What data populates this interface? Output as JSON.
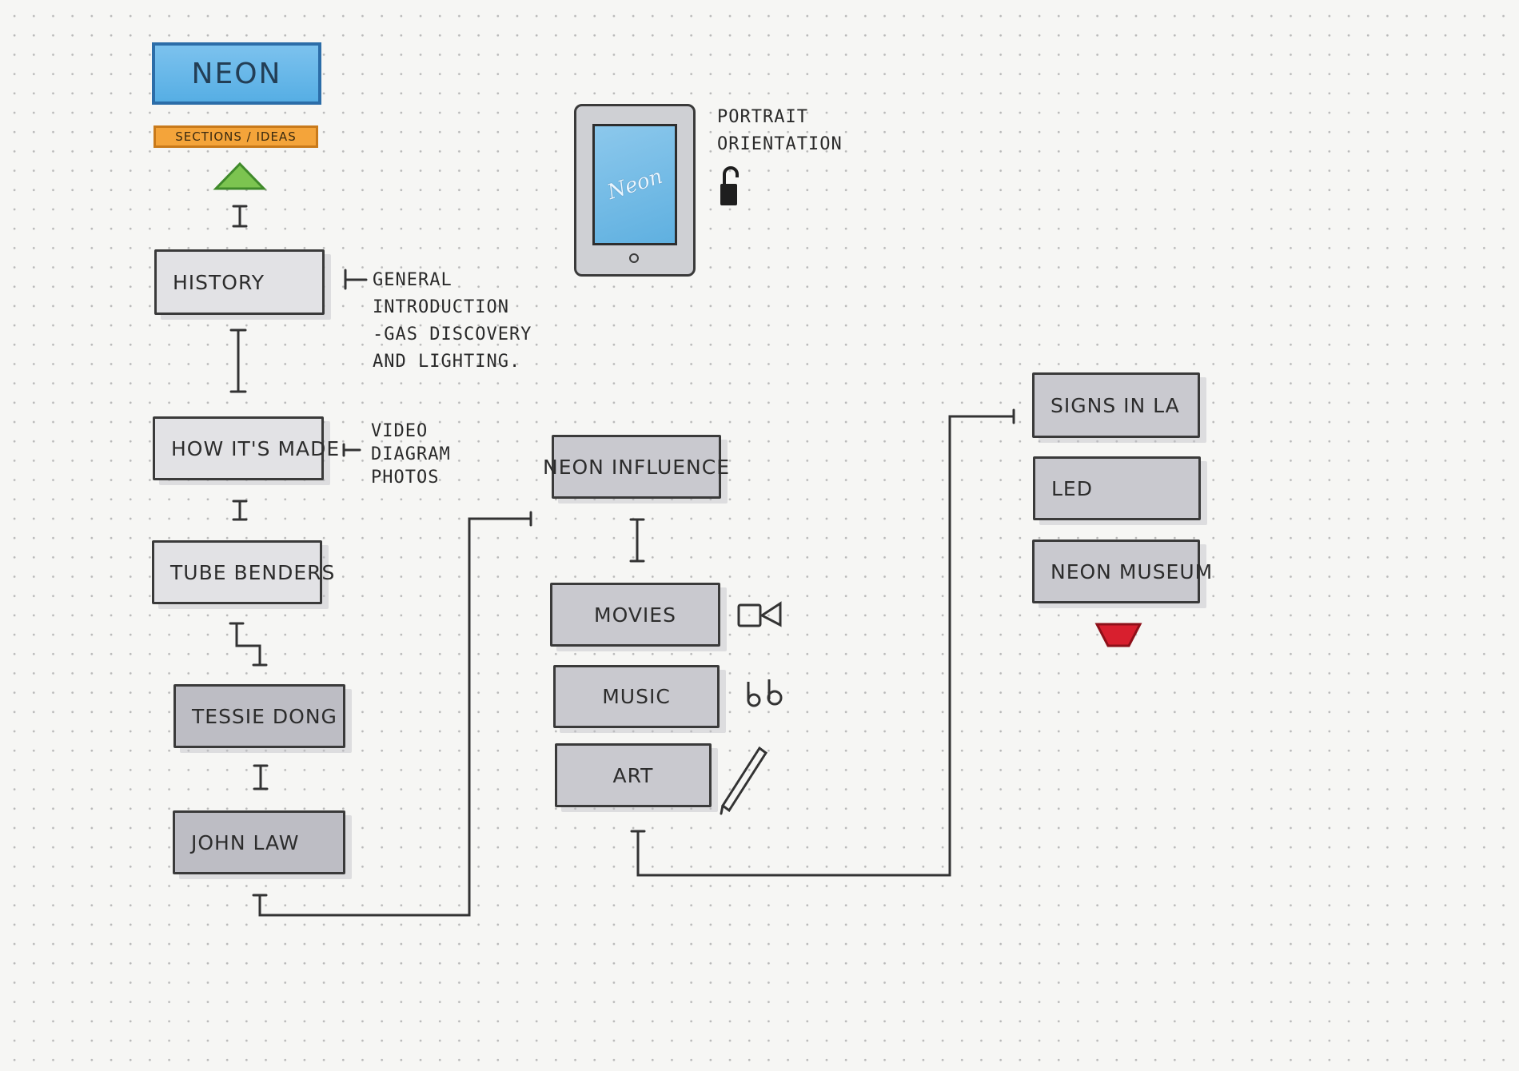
{
  "header": {
    "title": "NEON",
    "tag": "SECTIONS / IDEAS"
  },
  "device_note": {
    "line1": "PORTRAIT",
    "line2": "ORIENTATION",
    "tablet_screen_text": "Neon"
  },
  "left_column": [
    {
      "label": "HISTORY"
    },
    {
      "label": "HOW IT'S MADE"
    },
    {
      "label": "TUBE BENDERS"
    },
    {
      "label": "TESSIE DONG"
    },
    {
      "label": "JOHN LAW"
    }
  ],
  "history_note": [
    "GENERAL",
    "INTRODUCTION",
    "-GAS DISCOVERY",
    "AND LIGHTING."
  ],
  "how_made_note": [
    "VIDEO",
    "DIAGRAM",
    "PHOTOS"
  ],
  "middle_column": [
    {
      "label": "NEON INFLUENCE"
    },
    {
      "label": "MOVIES",
      "icon": "video-camera-icon"
    },
    {
      "label": "MUSIC",
      "icon": "music-note-icon"
    },
    {
      "label": "ART",
      "icon": "pen-icon"
    }
  ],
  "right_column": [
    {
      "label": "SIGNS IN LA"
    },
    {
      "label": "LED"
    },
    {
      "label": "NEON MUSEUM"
    }
  ],
  "colors": {
    "title_blue": "#56aee4",
    "tag_orange": "#f4a43a",
    "up_arrow_green": "#7cc450",
    "down_arrow_red": "#d81f2e"
  }
}
